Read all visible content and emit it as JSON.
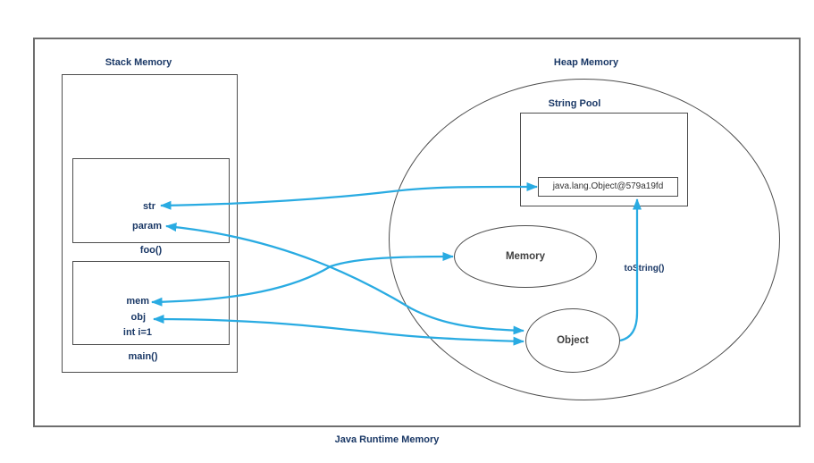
{
  "diagram": {
    "title": "Java Runtime Memory",
    "stack": {
      "title": "Stack Memory",
      "foo_frame": {
        "label": "foo()",
        "vars": {
          "str": "str",
          "param": "param"
        }
      },
      "main_frame": {
        "label": "main()",
        "vars": {
          "mem": "mem",
          "obj": "obj",
          "int_i": "int i=1"
        }
      }
    },
    "heap": {
      "title": "Heap Memory",
      "string_pool": {
        "title": "String Pool",
        "interned_value": "java.lang.Object@579a19fd"
      },
      "objects": {
        "memory": "Memory",
        "object": "Object"
      },
      "tostring_label": "toString()"
    },
    "arrows": [
      {
        "from": "str",
        "to": "java.lang.Object@579a19fd",
        "heads": "both"
      },
      {
        "from": "param",
        "to": "Object",
        "heads": "both"
      },
      {
        "from": "mem",
        "to": "Memory",
        "heads": "both"
      },
      {
        "from": "obj",
        "to": "Object",
        "heads": "both"
      },
      {
        "from": "Object",
        "to": "java.lang.Object@579a19fd",
        "label": "toString()",
        "heads": "end"
      }
    ]
  },
  "colors": {
    "arrow": "#29abe2",
    "label": "#1a3866",
    "shape_border": "#4d4d4d",
    "node_text": "#3f3f3f",
    "outer_border": "#6e6e6e"
  }
}
